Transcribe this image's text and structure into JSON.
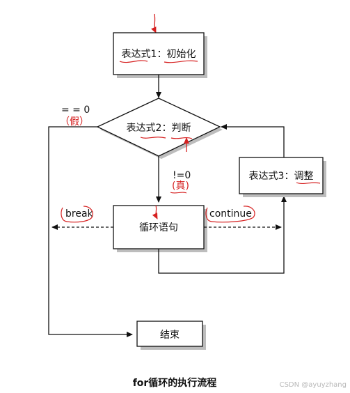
{
  "diagram": {
    "init_box": "表达式1：初始化",
    "cond_diamond": "表达式2：判断",
    "adjust_box": "表达式3：调整",
    "body_box": "循环语句",
    "end_box": "结束",
    "false_label": "= = 0",
    "false_note": "（假）",
    "true_label": "!=0",
    "true_note": "(真)",
    "break_label": "break",
    "continue_label": "continue",
    "caption": "for循环的执行流程",
    "watermark": "CSDN @ayuyzhang"
  },
  "colors": {
    "line": "#111111",
    "annotation": "#d62020",
    "shadow": "#bdbdbd"
  }
}
